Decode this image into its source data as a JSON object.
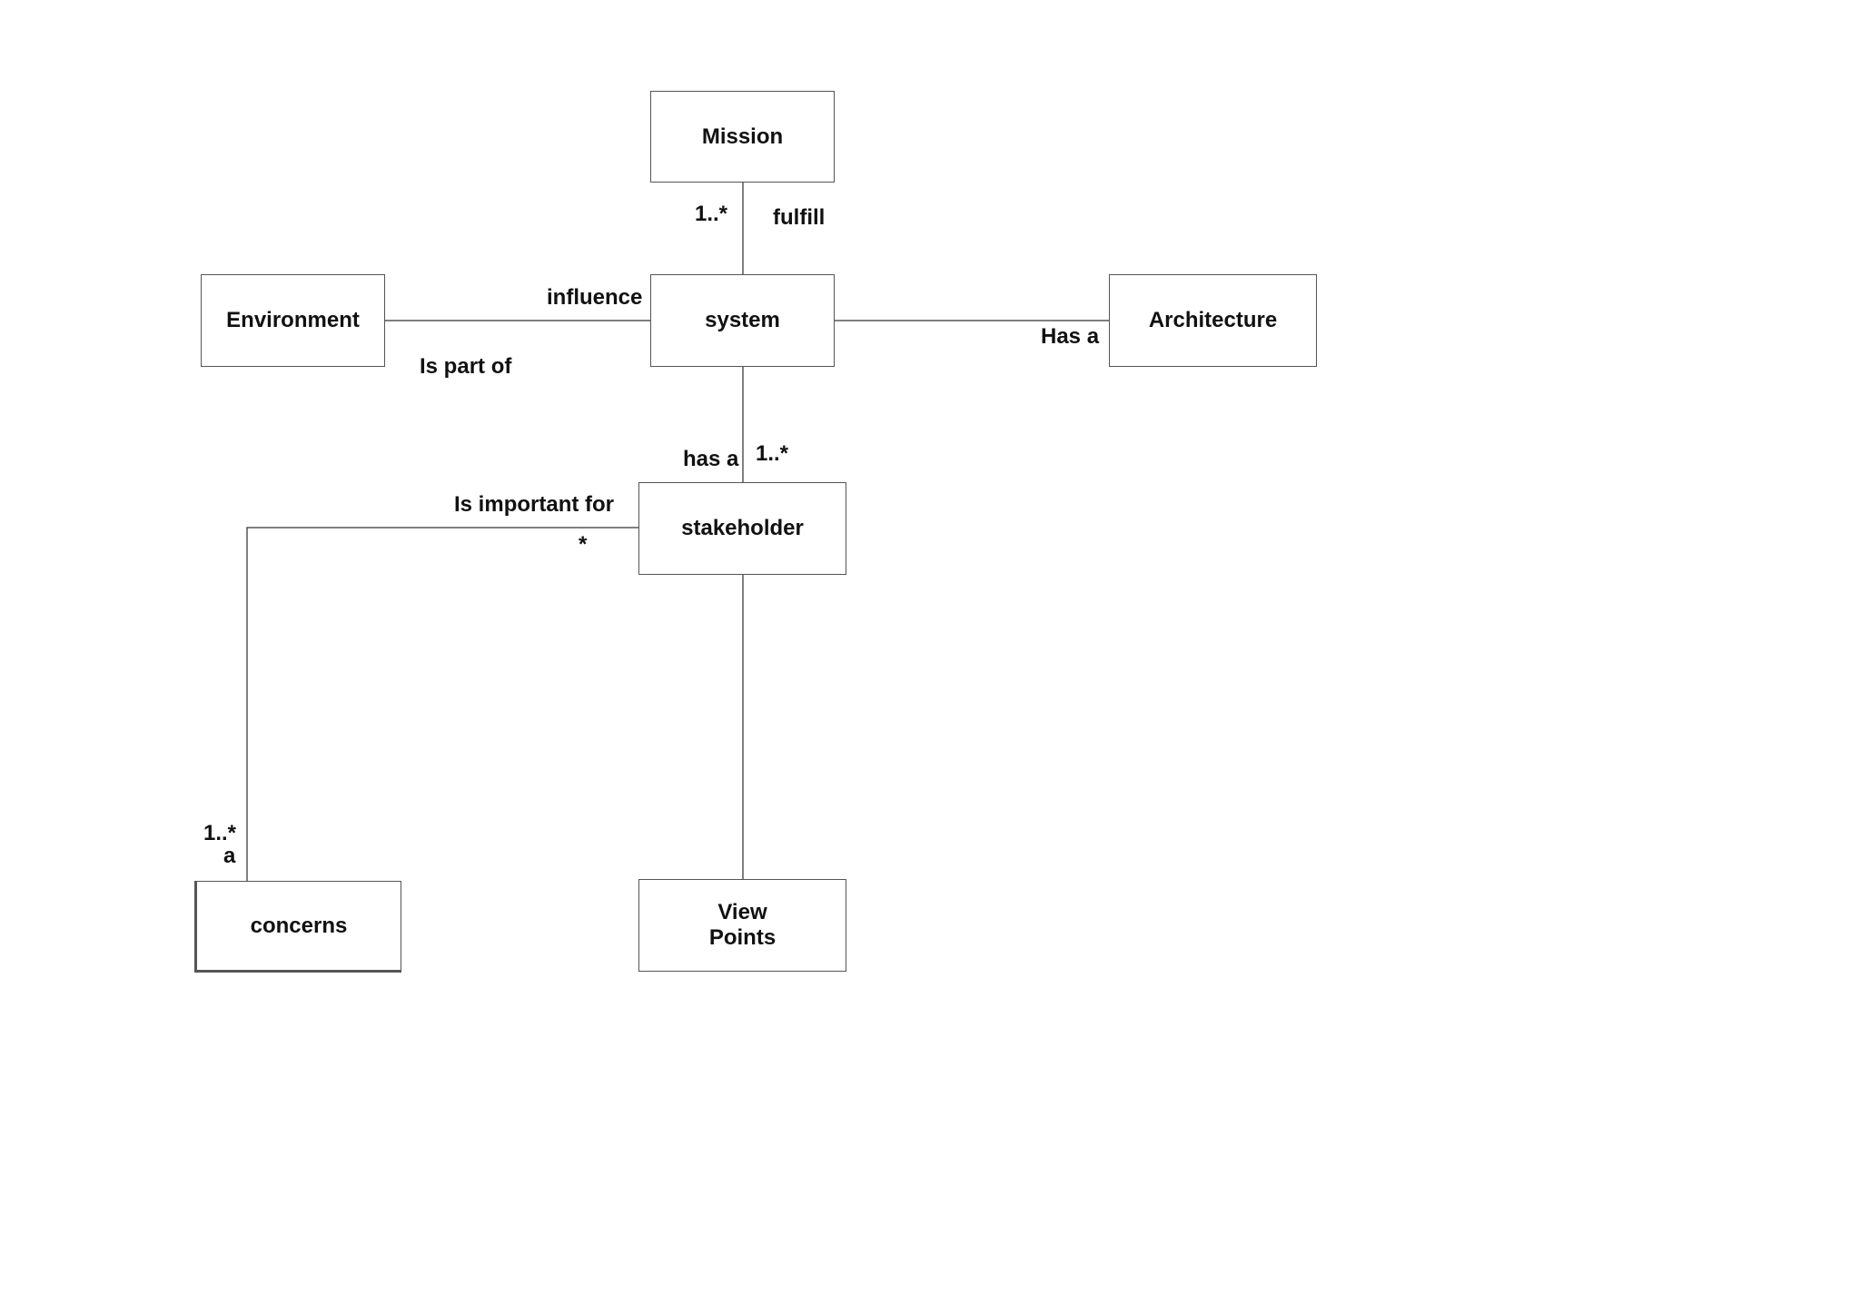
{
  "nodes": {
    "mission": "Mission",
    "system": "system",
    "environment": "Environment",
    "architecture": "Architecture",
    "stakeholder": "stakeholder",
    "concerns": "concerns",
    "viewpoints": "View\nPoints"
  },
  "edges": {
    "mission_system": {
      "label": "fulfill",
      "multiplicity": "1..*"
    },
    "environment_system": {
      "label_top": "influence",
      "label_bottom": "Is part of"
    },
    "system_architecture": {
      "label": "Has a"
    },
    "system_stakeholder": {
      "label": "has a",
      "multiplicity": "1..*"
    },
    "stakeholder_concerns": {
      "label": "Is important for",
      "multiplicity_stakeholder": "*",
      "multiplicity_concerns": "1..*",
      "role_concerns": "a"
    }
  },
  "colors": {
    "border": "#555555",
    "line": "#555555",
    "text": "#111111",
    "background": "#ffffff"
  }
}
